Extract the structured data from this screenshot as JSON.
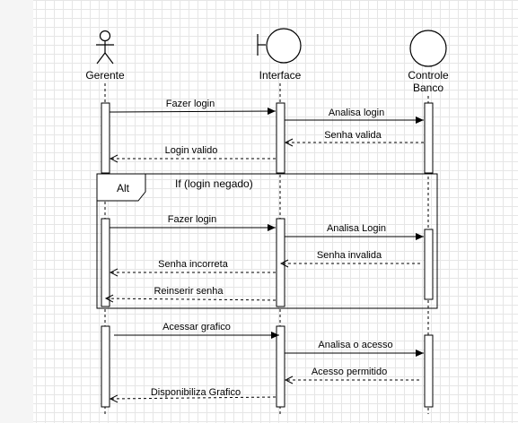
{
  "diagram": {
    "participants": [
      {
        "id": "gerente",
        "label": "Gerente",
        "kind": "actor"
      },
      {
        "id": "interface",
        "label": "Interface",
        "kind": "boundary"
      },
      {
        "id": "controle",
        "label": "Controle Banco",
        "label_lines": [
          "Controle",
          "Banco"
        ],
        "kind": "control"
      }
    ],
    "messages": [
      {
        "label": "Fazer login",
        "style": "sync"
      },
      {
        "label": "Analisa login",
        "style": "sync"
      },
      {
        "label": "Senha valida",
        "style": "return"
      },
      {
        "label": "Login valido",
        "style": "return"
      },
      {
        "label": "Fazer login",
        "style": "sync"
      },
      {
        "label": "Analisa Login",
        "style": "sync"
      },
      {
        "label": "Senha invalida",
        "style": "return"
      },
      {
        "label": "Senha incorreta",
        "style": "return"
      },
      {
        "label": "Reinserir senha",
        "style": "return"
      },
      {
        "label": "Acessar grafico",
        "style": "sync"
      },
      {
        "label": "Analisa o acesso",
        "style": "sync"
      },
      {
        "label": "Acesso permitido",
        "style": "return"
      },
      {
        "label": "Disponibiliza Grafico",
        "style": "return"
      }
    ],
    "fragment": {
      "operator": "Alt",
      "guard": "If (login negado)"
    }
  }
}
